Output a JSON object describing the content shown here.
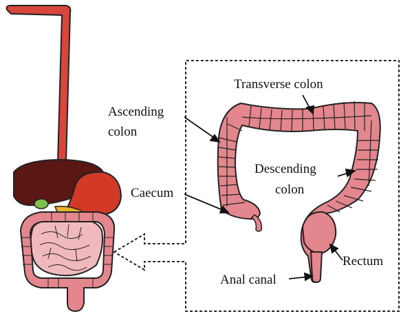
{
  "labels": {
    "transverse_colon": "Transverse colon",
    "ascending_colon_line1": "Ascending",
    "ascending_colon_line2": "colon",
    "descending_colon_line1": "Descending",
    "descending_colon_line2": "colon",
    "caecum": "Caecum",
    "rectum": "Rectum",
    "anal_canal": "Anal canal"
  },
  "colors": {
    "colon": "#e4868d",
    "colon_light": "#f0b9bd",
    "esophagus": "#d9463c",
    "liver": "#5a1714",
    "stomach": "#d23a27",
    "gallbladder": "#7fc04a",
    "pancreas": "#e9b12a",
    "outline": "#111111",
    "stroke": "#222222"
  }
}
